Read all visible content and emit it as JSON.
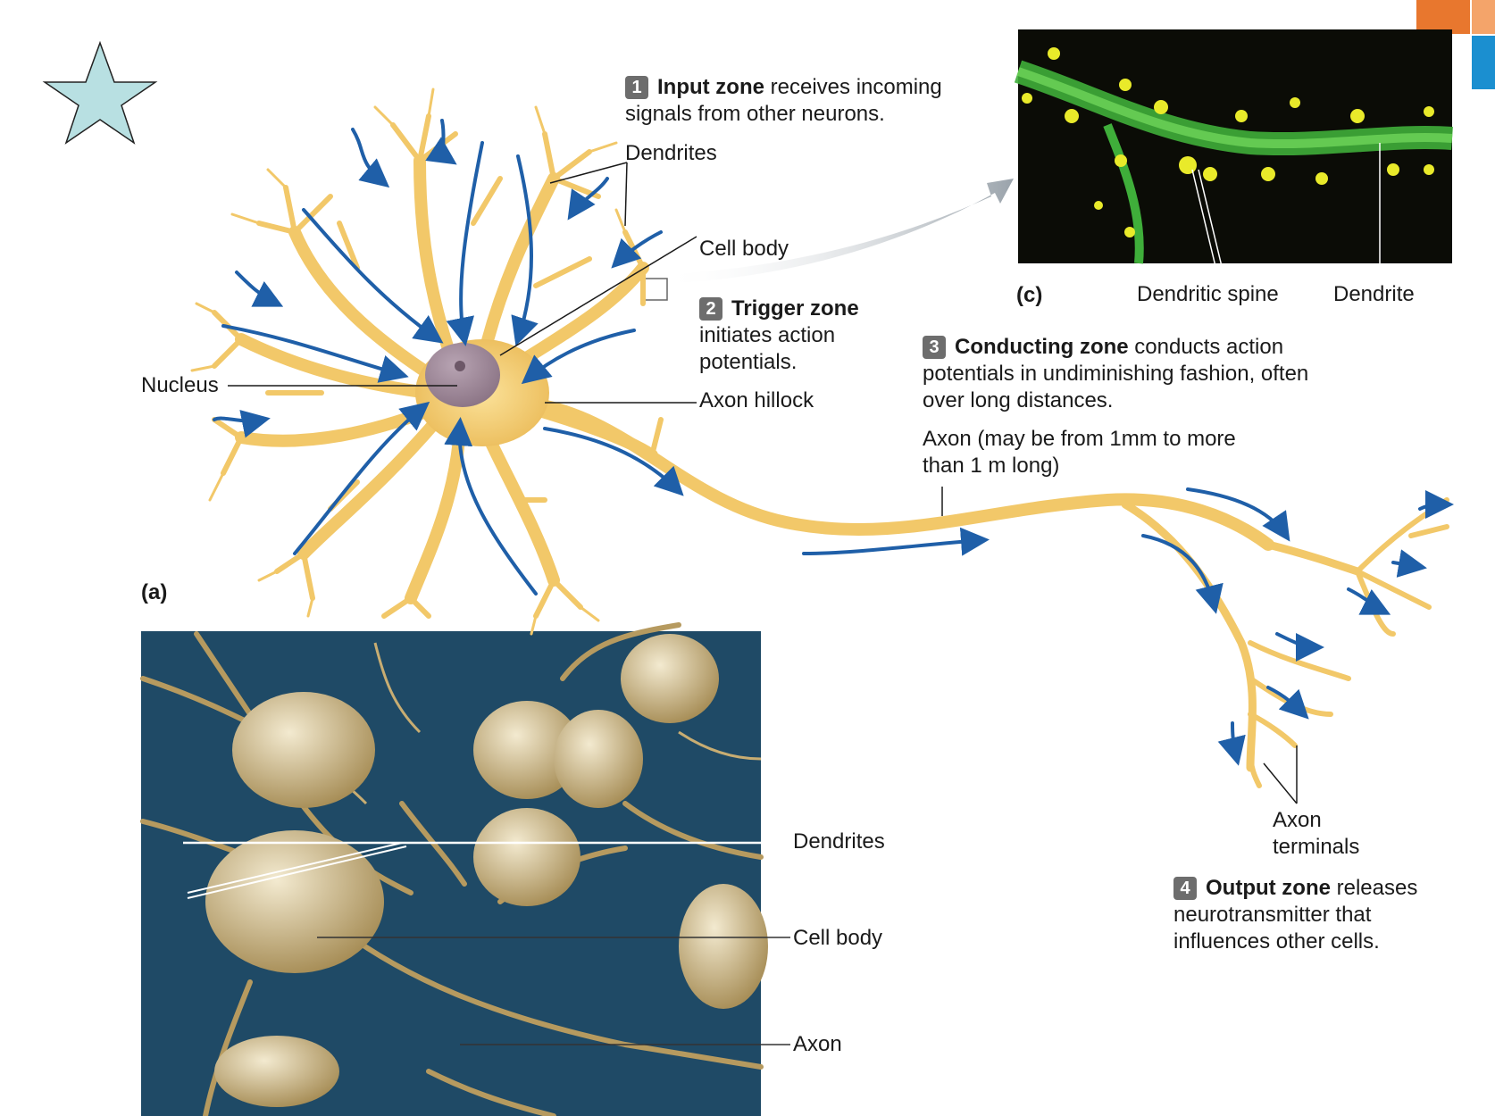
{
  "zones": [
    {
      "num": "1",
      "title": "Input zone",
      "text": " receives incoming signals from other neurons."
    },
    {
      "num": "2",
      "title": "Trigger zone",
      "text": " initiates action potentials."
    },
    {
      "num": "3",
      "title": "Conducting zone",
      "text": " conducts action potentials in undiminishing fashion, often over long distances."
    },
    {
      "num": "4",
      "title": "Output zone",
      "text": " releases neurotransmitter that influences other cells."
    }
  ],
  "labels": {
    "dendrites": "Dendrites",
    "cell_body": "Cell body",
    "nucleus": "Nucleus",
    "axon_hillock": "Axon hillock",
    "axon": "Axon (may be from 1mm to more than 1 m long)",
    "axon_terminals": "Axon terminals",
    "dendritic_spine": "Dendritic spine",
    "dendrite": "Dendrite"
  },
  "panels": {
    "a": "(a)",
    "c": "(c)"
  },
  "micrograph_labels": {
    "dendrites": "Dendrites",
    "cell_body": "Cell body",
    "axon": "Axon"
  },
  "colors": {
    "neuron": "#f2c869",
    "neuron_outline": "#c9962f",
    "arrow": "#1f5fa8",
    "nucleus": "#9d8796",
    "micrograph_bg": "#1f4a66",
    "fluor_bg": "#0b0c06",
    "fluor_dendrite": "#3fae3a",
    "fluor_spine": "#e9ea2a",
    "star": "#b8e0e2",
    "accent_orange": "#e8772e",
    "accent_blue": "#1b8fd0"
  }
}
